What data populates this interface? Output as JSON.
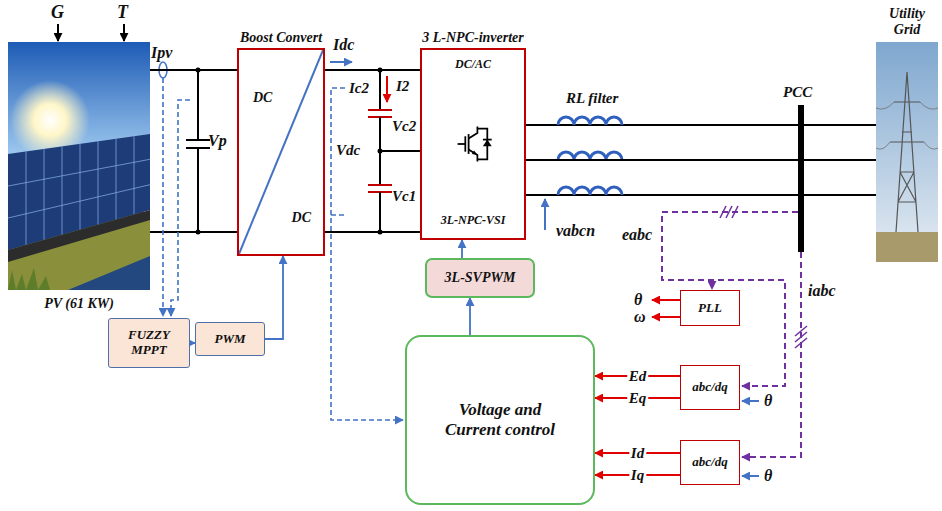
{
  "diagram": {
    "nodes": [
      {
        "text": [
          "PV (61 KW)"
        ]
      },
      {
        "text": [
          "Boost Convert",
          "DC",
          "DC"
        ]
      },
      {
        "text": [
          "3 L-NPC-inverter",
          "DC/AC",
          "3L-NPC-VSI"
        ]
      },
      {
        "text": [
          "Utility Grid"
        ]
      },
      {
        "text": [
          "FUZZY MPPT"
        ]
      },
      {
        "text": [
          "PWM"
        ]
      },
      {
        "text": [
          "3L-SVPWM"
        ]
      },
      {
        "text": [
          "Voltage and Current control"
        ]
      },
      {
        "text": [
          "PLL"
        ]
      },
      {
        "text": [
          "abc/dq"
        ]
      },
      {
        "text": [
          "abc/dq"
        ]
      }
    ],
    "edges": [
      {
        "from": 0,
        "to": 1,
        "arrow": "none"
      },
      {
        "from": 1,
        "to": 2,
        "arrow": "none"
      },
      {
        "from": 2,
        "to": 3,
        "arrow": "none"
      },
      {
        "from": 4,
        "to": 5,
        "arrow": "to"
      },
      {
        "from": 5,
        "to": 1,
        "arrow": "to"
      },
      {
        "from": 7,
        "to": 6,
        "arrow": "to"
      },
      {
        "from": 6,
        "to": 2,
        "arrow": "to"
      },
      {
        "from": 9,
        "to": 7,
        "label": "Ed",
        "arrow": "to"
      },
      {
        "from": 9,
        "to": 7,
        "label": "Eq",
        "arrow": "to"
      },
      {
        "from": 10,
        "to": 7,
        "label": "Id",
        "arrow": "to"
      },
      {
        "from": 10,
        "to": 7,
        "label": "Iq",
        "arrow": "to"
      }
    ],
    "labels": [
      "G",
      "T",
      "Ipv",
      "Vp",
      "Idc",
      "I2",
      "Ic2",
      "Vc2",
      "Vc1",
      "Vdc",
      "RL filter",
      "PCC",
      "vabcn",
      "eabc",
      "iabc",
      "θ",
      "ω",
      "θ",
      "θ"
    ]
  }
}
